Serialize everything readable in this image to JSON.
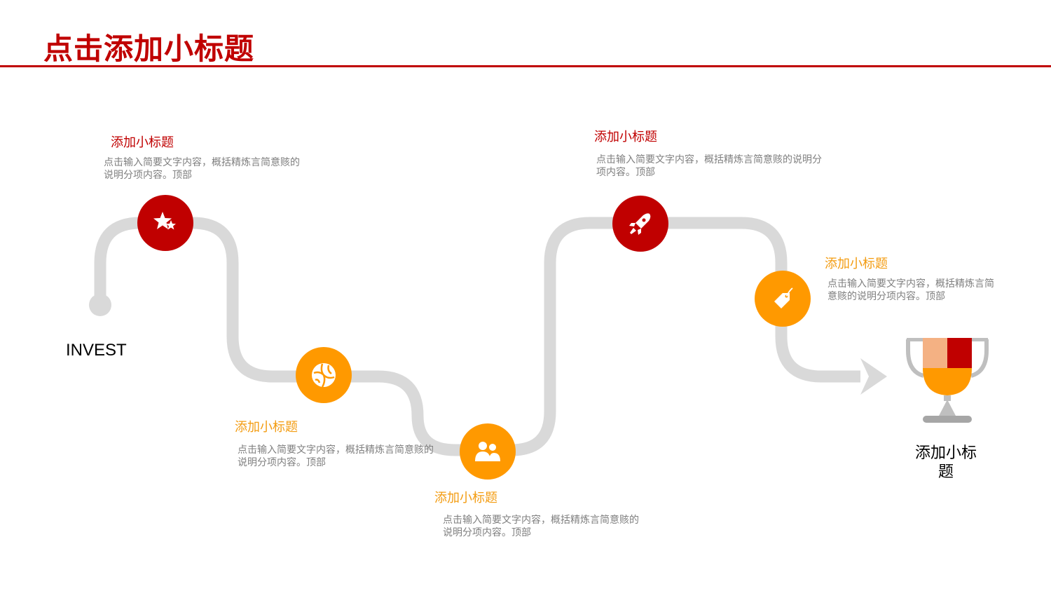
{
  "page": {
    "title": "点击添加小标题",
    "start_label": "INVEST",
    "end_label": "添加小标题"
  },
  "colors": {
    "accent_red": "#C00000",
    "accent_orange": "#FF9900",
    "path_gray": "#D9D9D9",
    "desc_gray": "#7F7F7F"
  },
  "steps": [
    {
      "icon": "star-icon",
      "color": "red",
      "title": "添加小标题",
      "desc": "点击输入简要文字内容，概括精炼言简意赅的说明分项内容。顶部"
    },
    {
      "icon": "globe-icon",
      "color": "orange",
      "title": "添加小标题",
      "desc": "点击输入简要文字内容，概括精炼言简意赅的说明分项内容。顶部"
    },
    {
      "icon": "users-icon",
      "color": "orange",
      "title": "添加小标题",
      "desc": "点击输入简要文字内容，概括精炼言简意赅的说明分项内容。顶部"
    },
    {
      "icon": "rocket-icon",
      "color": "red",
      "title": "添加小标题",
      "desc": "点击输入简要文字内容，概括精炼言简意赅的说明分项内容。顶部"
    },
    {
      "icon": "tag-icon",
      "color": "orange",
      "title": "添加小标题",
      "desc": "点击输入简要文字内容，概括精炼言简意赅的说明分项内容。顶部"
    }
  ],
  "end_icon": "trophy-icon"
}
